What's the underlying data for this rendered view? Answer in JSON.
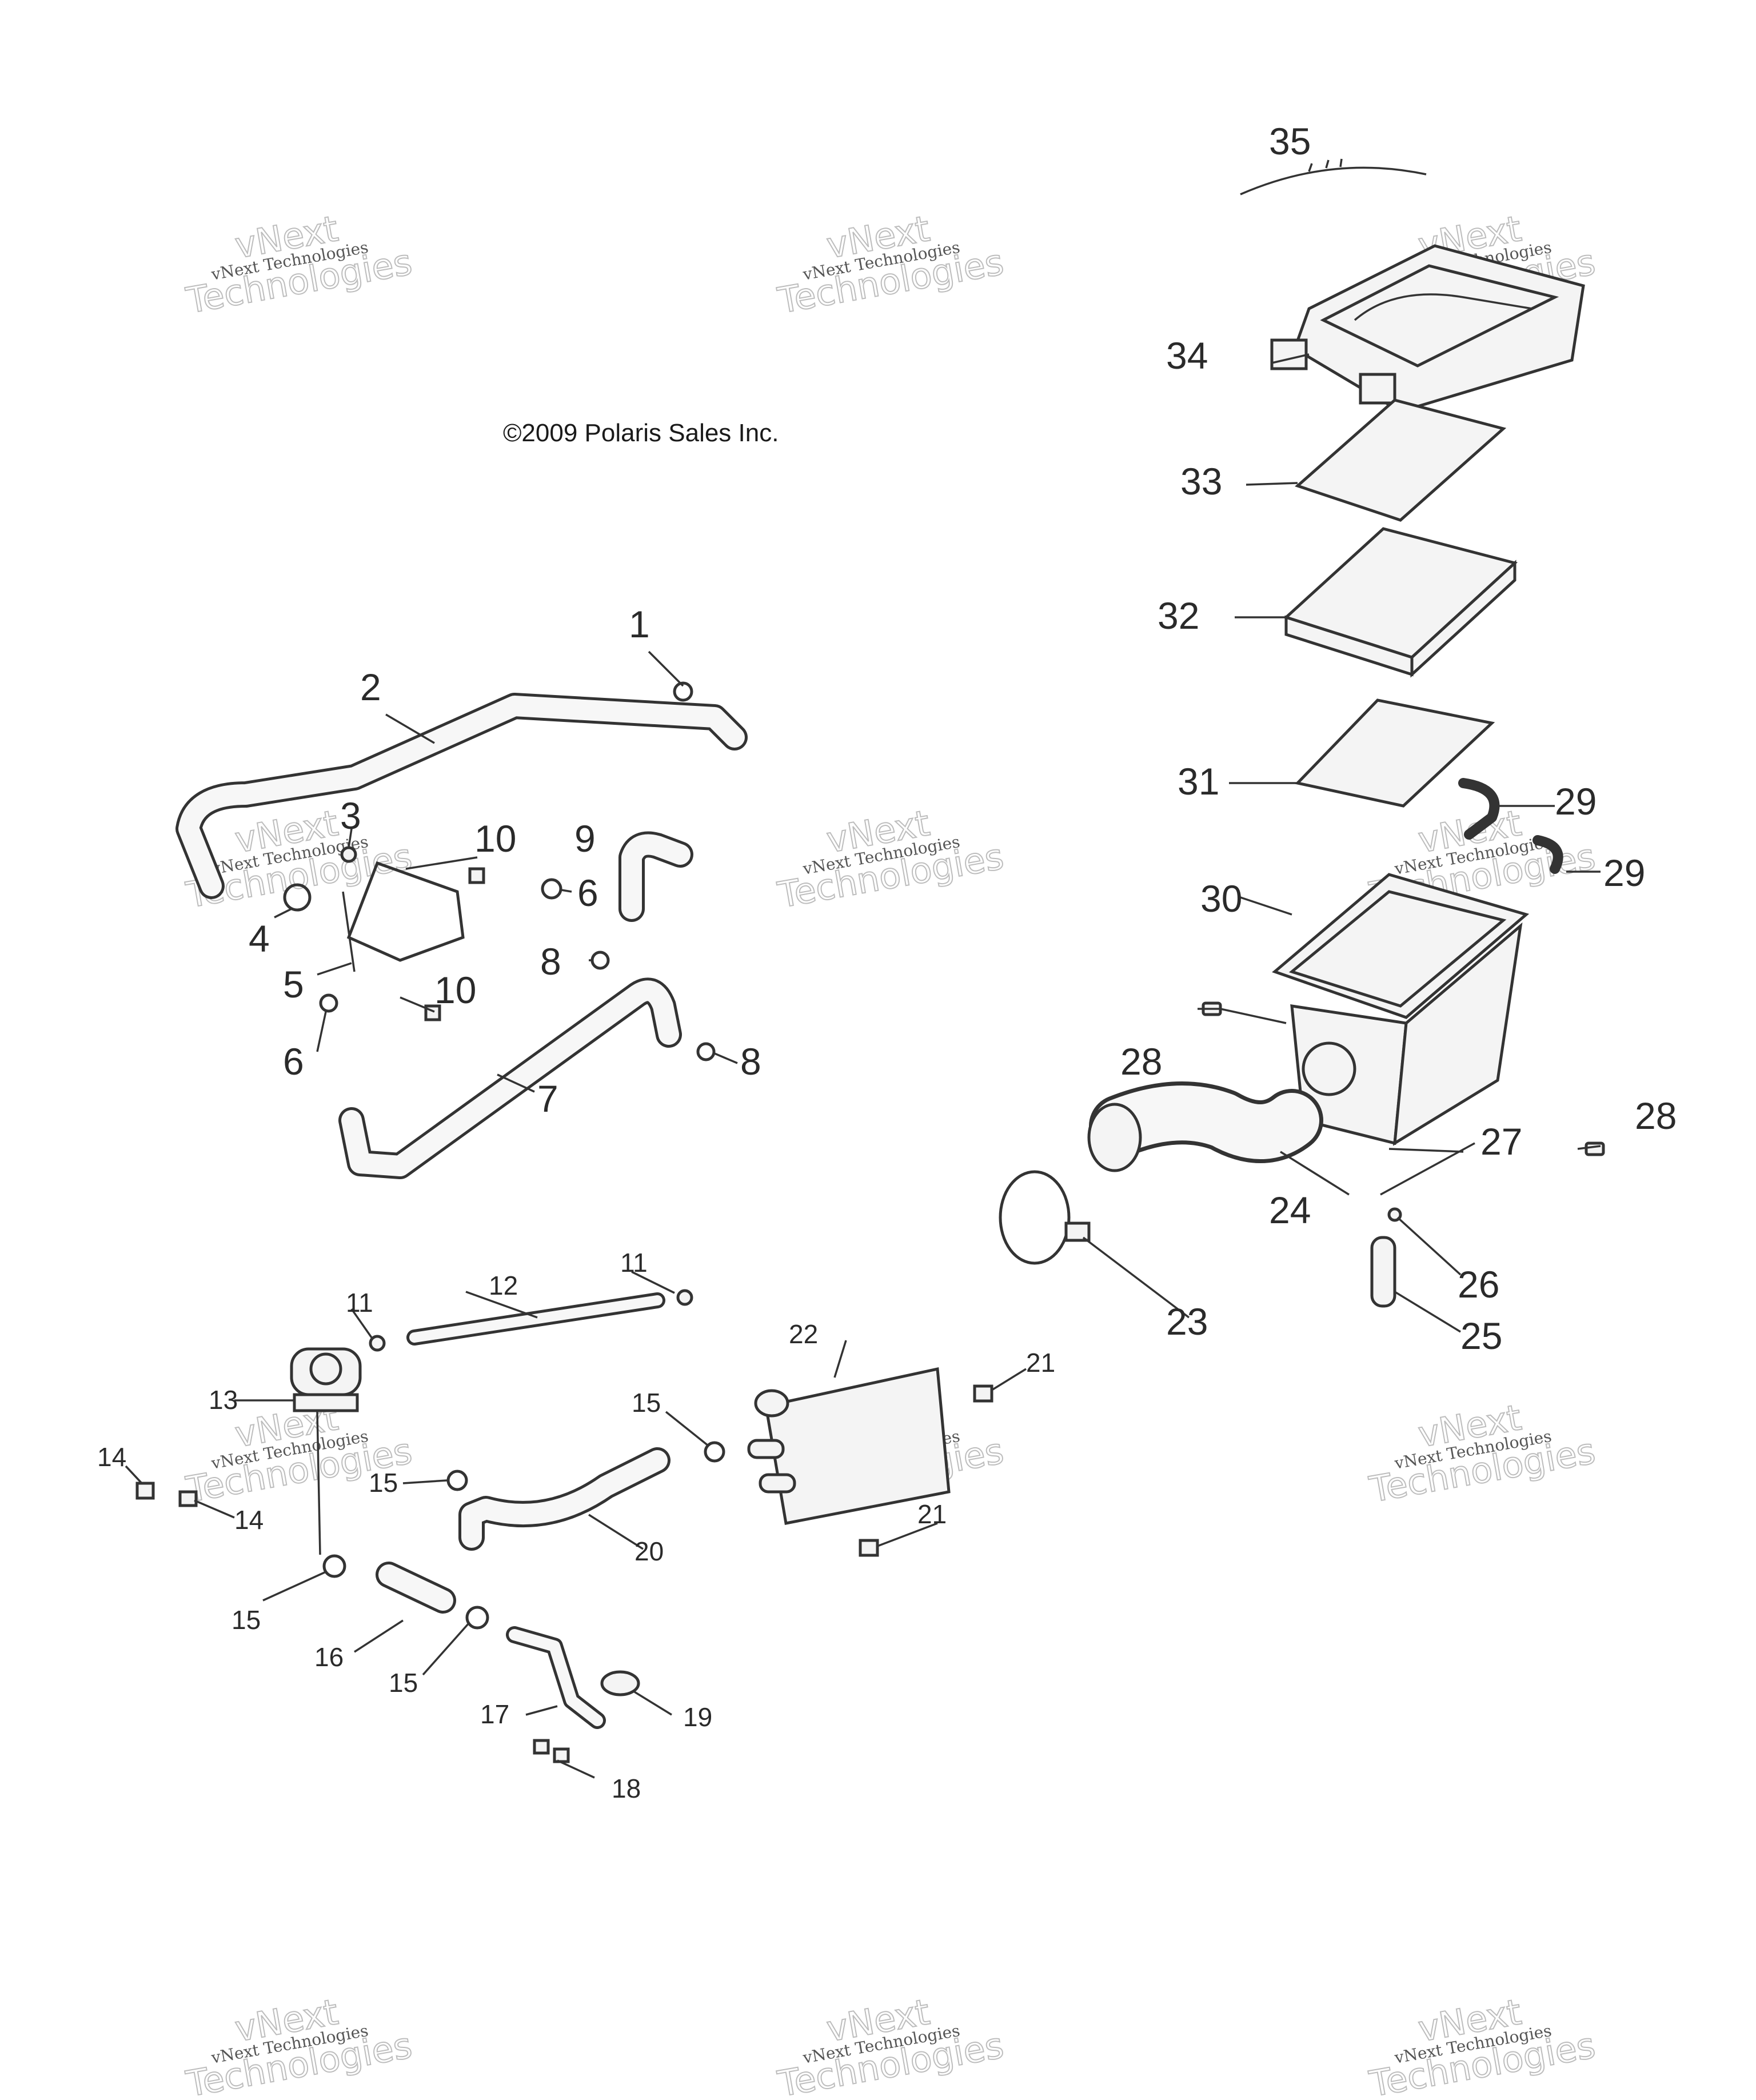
{
  "copyright": "©2009 Polaris Sales Inc.",
  "watermark": {
    "line1": "vNext Technologies",
    "line2": "vNext",
    "line3": "Technologies"
  },
  "callouts": {
    "c1": "1",
    "c2": "2",
    "c3": "3",
    "c4": "4",
    "c5": "5",
    "c6a": "6",
    "c6b": "6",
    "c7": "7",
    "c8a": "8",
    "c8b": "8",
    "c9": "9",
    "c10a": "10",
    "c10b": "10",
    "c11a": "11",
    "c11b": "11",
    "c12": "12",
    "c13": "13",
    "c14a": "14",
    "c14b": "14",
    "c15a": "15",
    "c15b": "15",
    "c15c": "15",
    "c15d": "15",
    "c16": "16",
    "c17": "17",
    "c18": "18",
    "c19": "19",
    "c20": "20",
    "c21a": "21",
    "c21b": "21",
    "c22": "22",
    "c23": "23",
    "c24": "24",
    "c25": "25",
    "c26": "26",
    "c27": "27",
    "c28a": "28",
    "c28b": "28",
    "c29a": "29",
    "c29b": "29",
    "c30": "30",
    "c31": "31",
    "c32": "32",
    "c33": "33",
    "c34": "34",
    "c35": "35"
  },
  "colors": {
    "ink": "#333333",
    "watermark": "#bdbdbd",
    "background": "#ffffff"
  }
}
